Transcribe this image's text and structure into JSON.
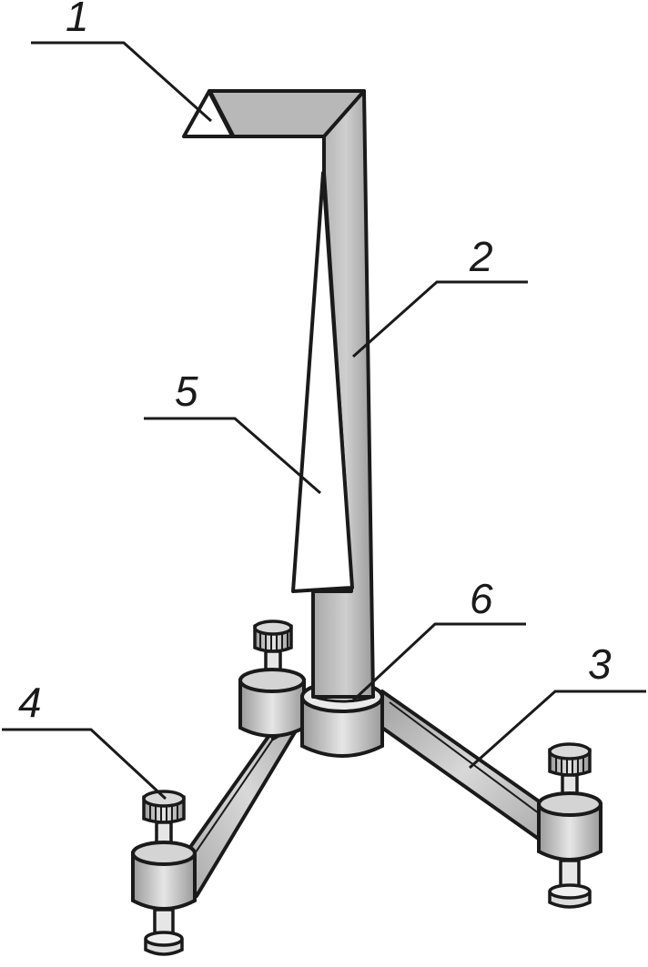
{
  "callouts": {
    "c1": "1",
    "c2": "2",
    "c3": "3",
    "c4": "4",
    "c5": "5",
    "c6": "6"
  },
  "colors": {
    "stroke": "#1a1a1a",
    "part_fill": "#b3b3b3",
    "part_light": "#ececec",
    "part_dark": "#8c8c8c",
    "background": "#ffffff"
  }
}
